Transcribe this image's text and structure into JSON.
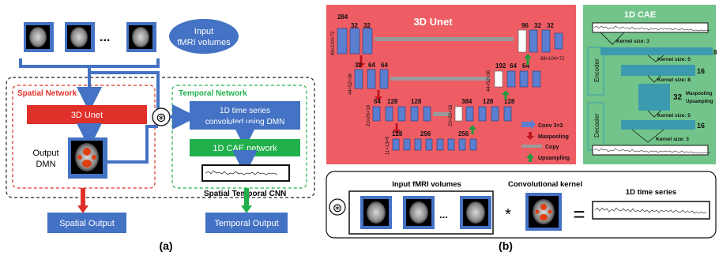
{
  "panel_a": {
    "caption": "(a)",
    "input_label_line1": "Input",
    "input_label_line2": "fMRI volumes",
    "ellipsis": "...",
    "spatial_network_title": "Spatial Network",
    "temporal_network_title": "Temporal Network",
    "unet_label": "3D Unet",
    "output_dmn_line1": "Output",
    "output_dmn_line2": "DMN",
    "conv_symbol": "⊛",
    "conv_box_line1": "1D time series",
    "conv_box_line2": "convoluted using DMN",
    "cae_label": "1D CAE network",
    "st_cnn_label": "Spatial Temporal CNN",
    "spatial_output": "Spatial Output",
    "temporal_output": "Temporal Output"
  },
  "panel_b": {
    "caption": "(b)",
    "unet_title": "3D Unet",
    "unet_numbers": {
      "n284": "284",
      "n32a": "32",
      "n32b": "32",
      "dim_top_left": "88×104×72",
      "n96": "96",
      "n32c": "32",
      "n32d": "32",
      "dim_top_right": "88×104×72",
      "n32e": "32",
      "n64a": "64",
      "n64b": "64",
      "dim_l2": "44×52×36",
      "n192": "192",
      "n64c": "64",
      "n64d": "64",
      "dim_l2r": "44×52×36",
      "n64e": "64",
      "n128a": "128",
      "n128b": "128",
      "dim_l3": "22×26×18",
      "n384": "384",
      "n128c": "128",
      "n128d": "128",
      "dim_l3r": "22×26×18",
      "n128e": "128",
      "n256a": "256",
      "n256b": "256",
      "dim_l4": "11×13×9"
    },
    "legend": {
      "conv": "Conv 3×3",
      "maxpool": "Maxpooling",
      "copy": "Copy",
      "upsampling": "Upsampling"
    },
    "cae": {
      "title": "1D CAE",
      "kernel_size_3_top": "Kernel size: 3",
      "kernel_size_5_top": "Kernel size: 5",
      "kernel_size_8": "Kernel size: 8",
      "encoder": "Encoder",
      "decoder": "Decoder",
      "n16_top": "16",
      "n32": "32",
      "n16_bottom": "16",
      "n8": "8",
      "maxpooling": "Maxpooling",
      "upsampling": "Upsampling",
      "kernel_size_5_bottom": "Kernel size: 5",
      "kernel_size_3_bottom": "Kernel size: 3"
    },
    "bottom": {
      "conv_symbol": "⊛",
      "input_title": "Input fMRI volumes",
      "kernel_title": "Convolutional kernel",
      "timeseries_title": "1D time series",
      "ellipsis": "...",
      "asterisk": "*",
      "equals": "="
    }
  },
  "colors": {
    "blue_box": "#4472c4",
    "red_box": "#e0302a",
    "green_box": "#21b04b",
    "ellipse": "#4472c4",
    "unet_bg": "#ef5d64",
    "cae_bg": "#73c48a",
    "cae_teal": "#3b9aad"
  }
}
